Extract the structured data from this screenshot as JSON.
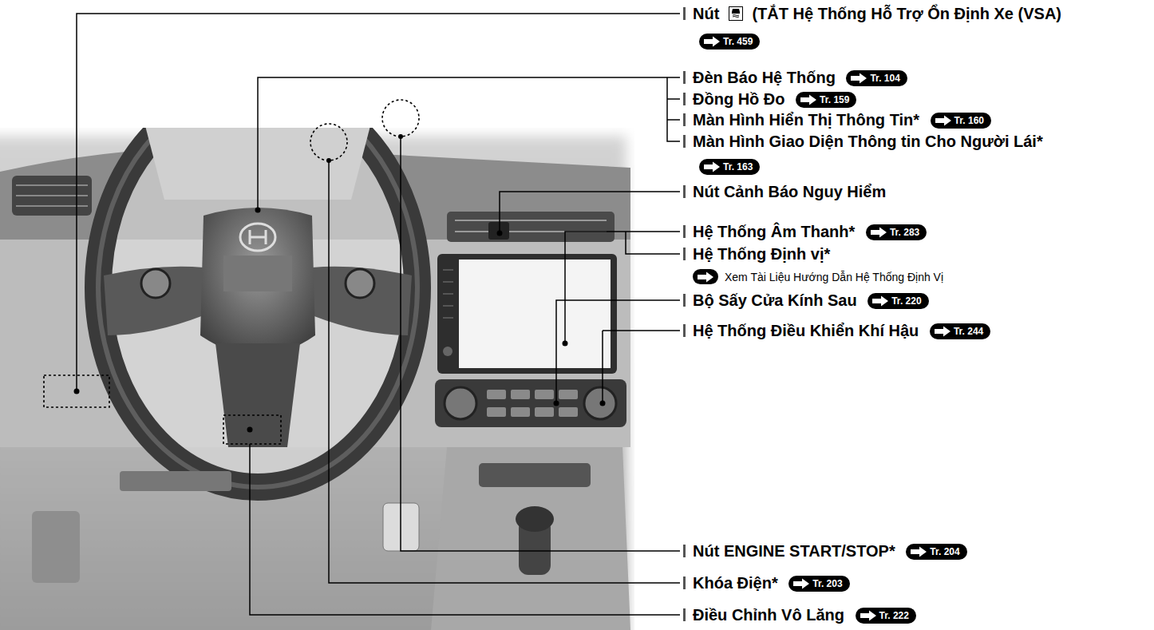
{
  "diagram": {
    "labels": [
      "Nút",
      "(TẮT Hệ Thống Hỗ Trợ Ổn Định Xe (VSA)",
      "Tr. 459",
      "Đèn Báo Hệ Thống",
      "Tr. 104",
      "Đồng Hồ Đo",
      "Tr. 159",
      "Màn Hình Hiển Thị Thông Tin*",
      "Tr. 160",
      "Màn Hình Giao Diện Thông tin Cho Người Lái*",
      "Tr. 163",
      "Nút Cảnh Báo Nguy Hiểm",
      "Hệ Thống Âm Thanh*",
      "Tr. 283",
      "Hệ Thống Định vị*",
      "Xem Tài Liệu Hướng Dẫn Hệ Thống Định Vị",
      "Bộ Sấy Cửa Kính Sau",
      "Tr. 220",
      "Hệ Thống Điều Khiển Khí Hậu",
      "Tr. 244",
      "Nút ENGINE START/STOP*",
      "Tr. 204",
      "Khóa Điện*",
      "Tr. 203",
      "Điều Chỉnh Vô Lăng",
      "Tr. 222"
    ]
  }
}
